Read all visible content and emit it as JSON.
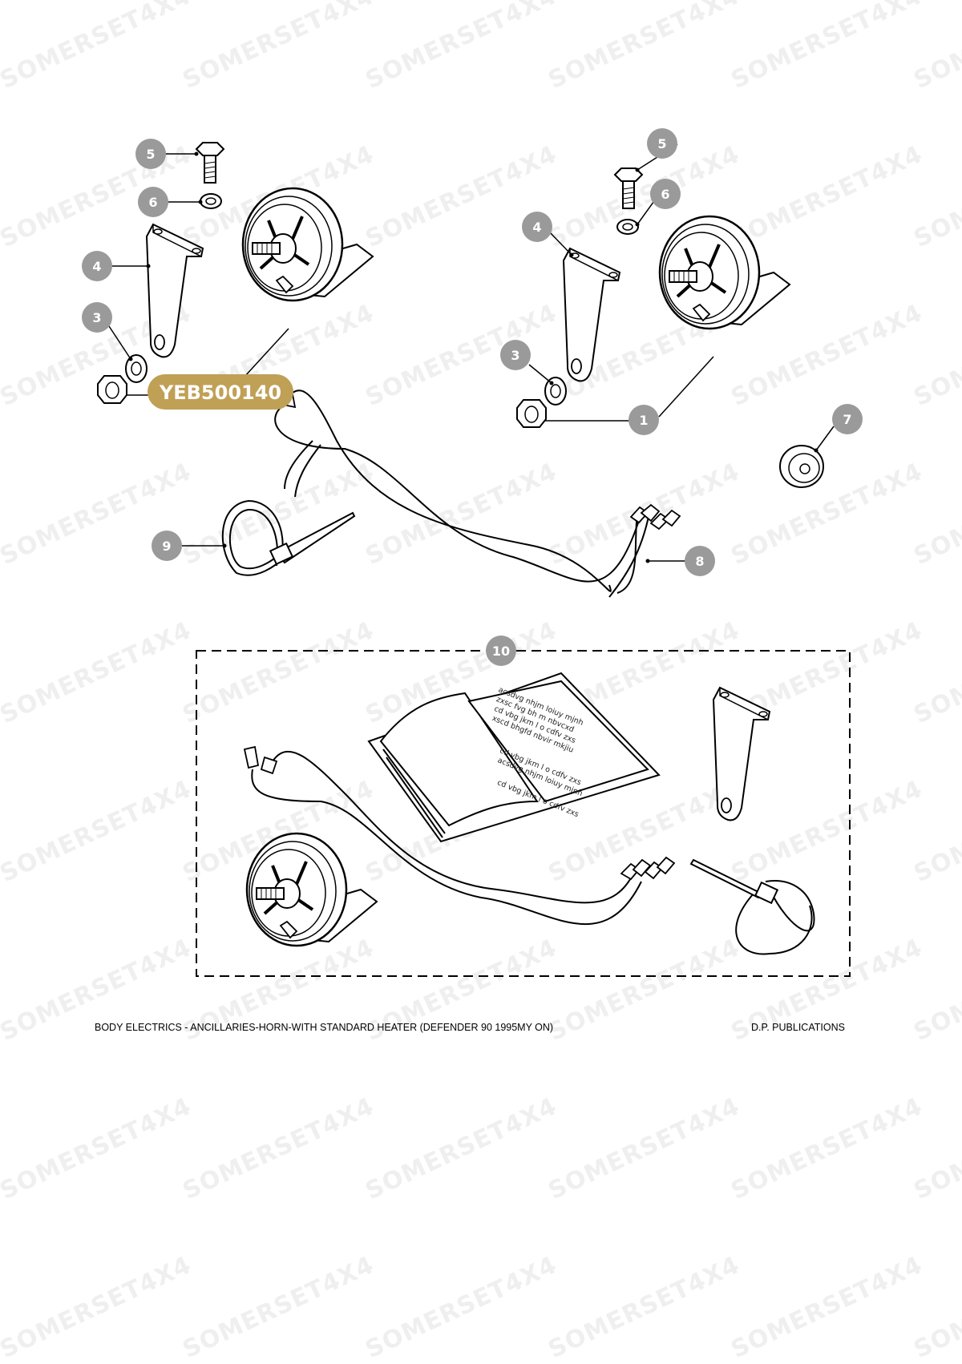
{
  "watermark": "SOMERSET4X4",
  "highlight": {
    "part_number": "YEB500140",
    "color": "#bfa055"
  },
  "callouts": {
    "c1": "1",
    "c3a": "3",
    "c3b": "3",
    "c4a": "4",
    "c4b": "4",
    "c5a": "5",
    "c5b": "5",
    "c6a": "6",
    "c6b": "6",
    "c7": "7",
    "c8": "8",
    "c9": "9",
    "c10": "10"
  },
  "callout_color": "#9a9a9a",
  "book_text": {
    "l1": "acsdvg nhjm loiuy mjnh",
    "l2": "zxsc fvg bh m nbvcxd",
    "l3": "cd vbg jkm l o cdfv  zxs",
    "l4": "xscd bhgfd nbvir mkjiu",
    "l5": "cd vbg jkm l o cdfv  zxs",
    "l6": "acsdvg nhjm loiuy mjnh",
    "l7": "cd vbg jkm l o cdfv  zxs"
  },
  "footer": {
    "title": "BODY ELECTRICS - ANCILLARIES-HORN-WITH STANDARD HEATER (DEFENDER 90 1995MY ON)",
    "publisher": "D.P. PUBLICATIONS"
  }
}
